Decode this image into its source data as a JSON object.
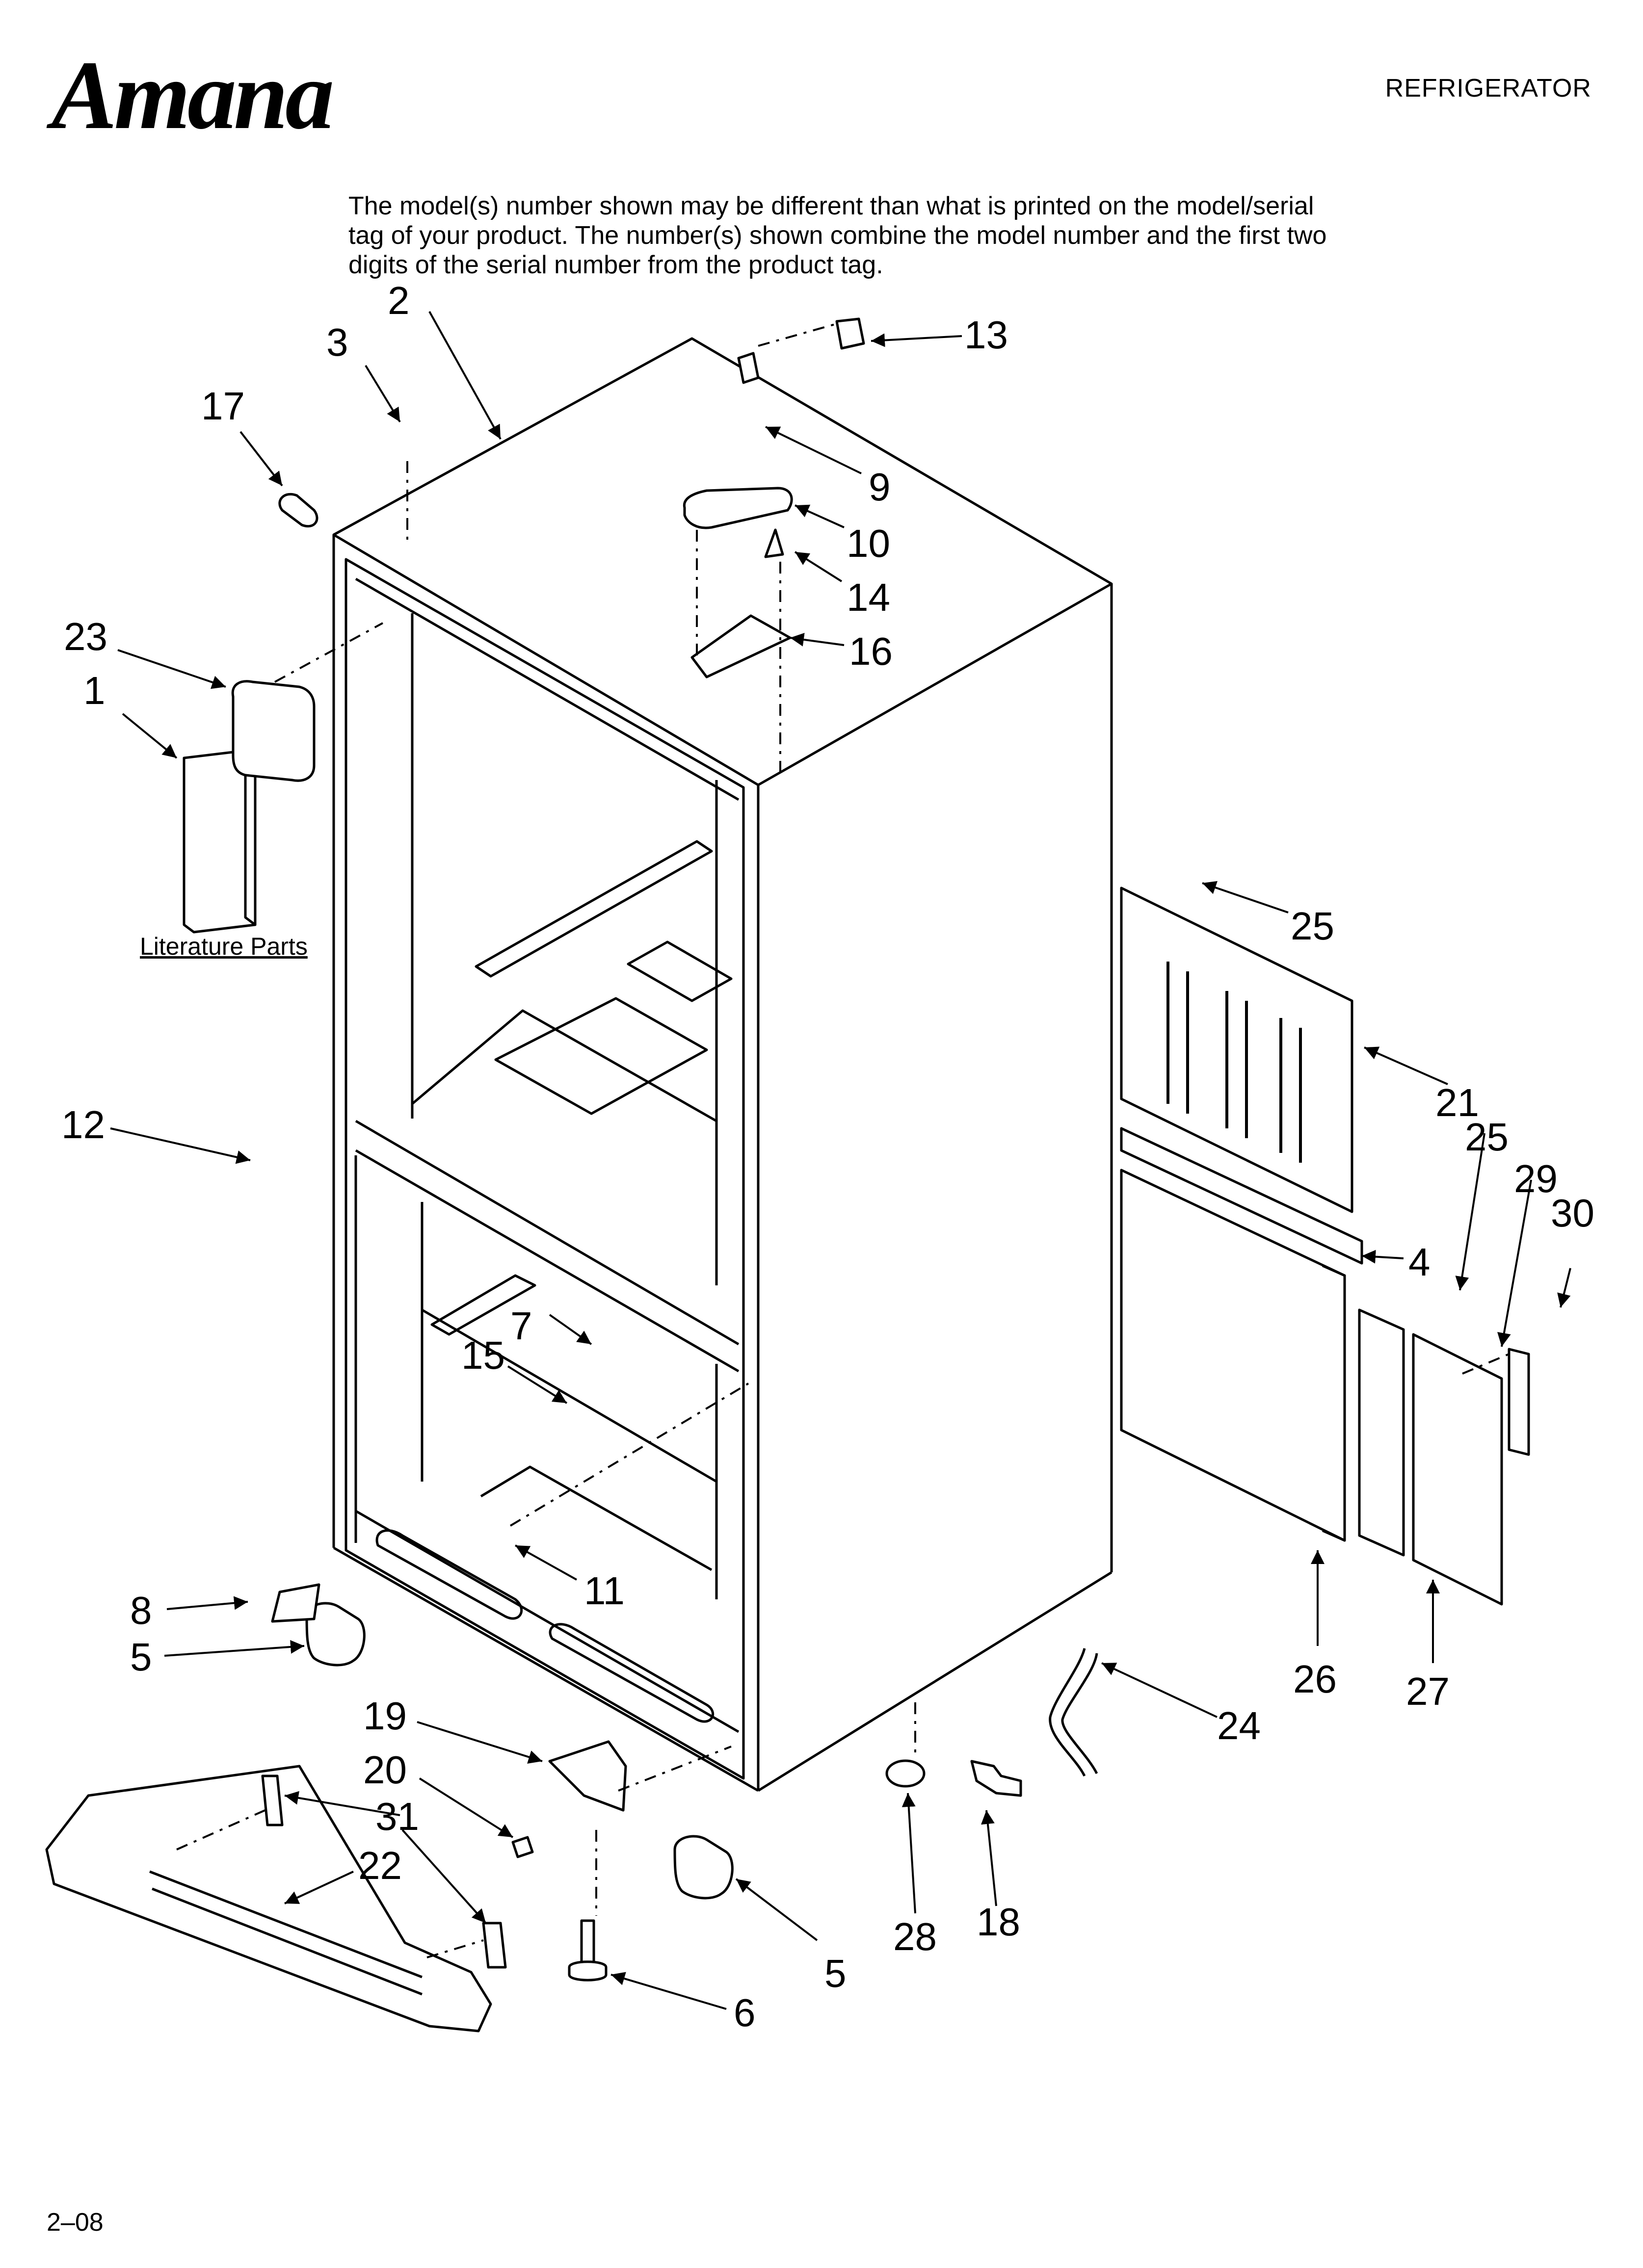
{
  "header": {
    "brand": "Amana",
    "title": "REFRIGERATOR"
  },
  "notice": "The model(s) number shown may be different than what is printed on the model/serial tag of your product. The number(s) shown combine the model number and the first two digits of the serial number from the product tag.",
  "literature_label": "Literature Parts",
  "footer": "2–08",
  "callouts": {
    "p1": "1",
    "p2": "2",
    "p3": "3",
    "p4": "4",
    "p5a": "5",
    "p5b": "5",
    "p6": "6",
    "p7": "7",
    "p8": "8",
    "p9": "9",
    "p10": "10",
    "p11": "11",
    "p12": "12",
    "p13": "13",
    "p14": "14",
    "p15": "15",
    "p16": "16",
    "p17": "17",
    "p18": "18",
    "p19": "19",
    "p20": "20",
    "p21": "21",
    "p22": "22",
    "p23": "23",
    "p24": "24",
    "p25a": "25",
    "p25b": "25",
    "p26": "26",
    "p27": "27",
    "p28": "28",
    "p29": "29",
    "p30": "30",
    "p31": "31"
  }
}
